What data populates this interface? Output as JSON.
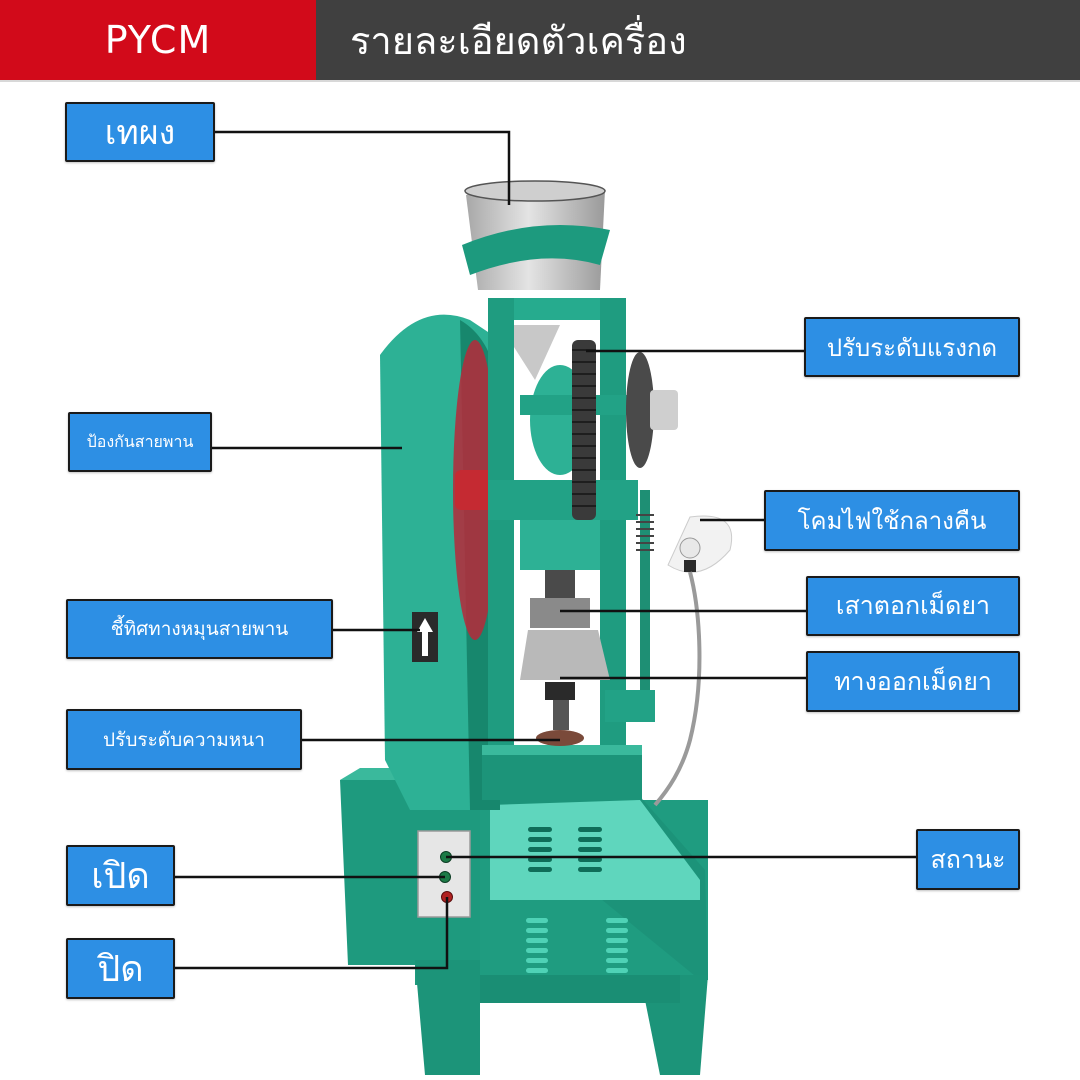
{
  "header": {
    "brand": "PYCM",
    "title": "รายละเอียดตัวเครื่อง",
    "brand_color": "#d20a1a",
    "title_bg_color": "#404040"
  },
  "theme": {
    "label_bg": "#2d8fe4",
    "label_border": "#1a1a1a",
    "label_text": "#ffffff",
    "leader_line": "#111111",
    "machine_green": "#1f9c80",
    "machine_green_light": "#3cc2a8"
  },
  "labels": {
    "hopper": "เทผง",
    "belt_guard": "ป้องกันสายพาน",
    "belt_direction": "ชี้ทิศทางหมุนสายพาน",
    "thickness_adjust": "ปรับระดับความหนา",
    "power_on": "เปิด",
    "power_off": "ปิด",
    "pressure_adjust": "ปรับระดับแรงกด",
    "night_lamp": "โคมไฟใช้กลางคืน",
    "punch_column": "เสาตอกเม็ดยา",
    "tablet_outlet": "ทางออกเม็ดยา",
    "status": "สถานะ"
  }
}
